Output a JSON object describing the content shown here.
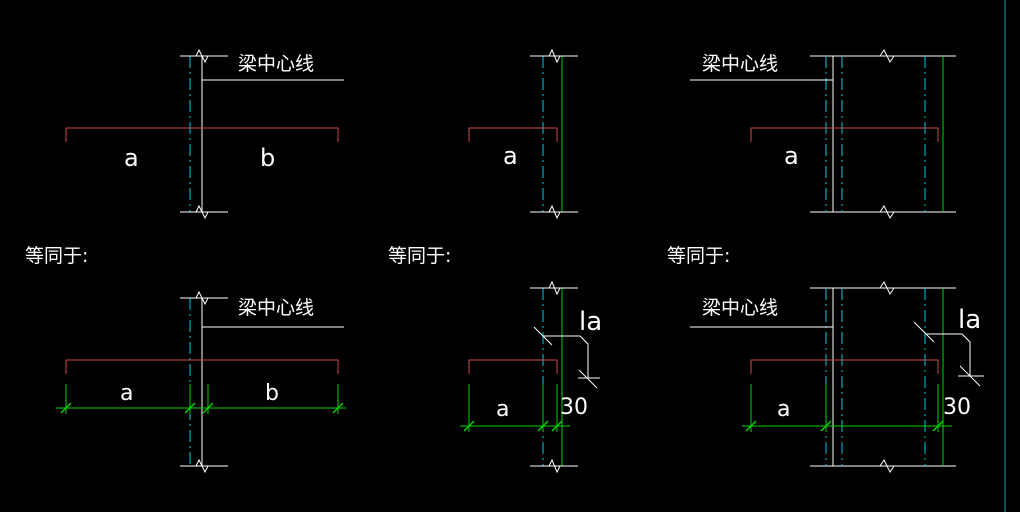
{
  "labels": {
    "beam_centerline": "梁中心线",
    "equivalent_to": "等同于:",
    "a": "a",
    "b": "b",
    "la": "la",
    "thirty": "30"
  },
  "colors": {
    "background": "#000000",
    "white_line": "#ffffff",
    "cyan_line": "#00c8e6",
    "green_line": "#00d200",
    "red_line": "#d24a4a",
    "frame_line": "#00a0b4"
  }
}
